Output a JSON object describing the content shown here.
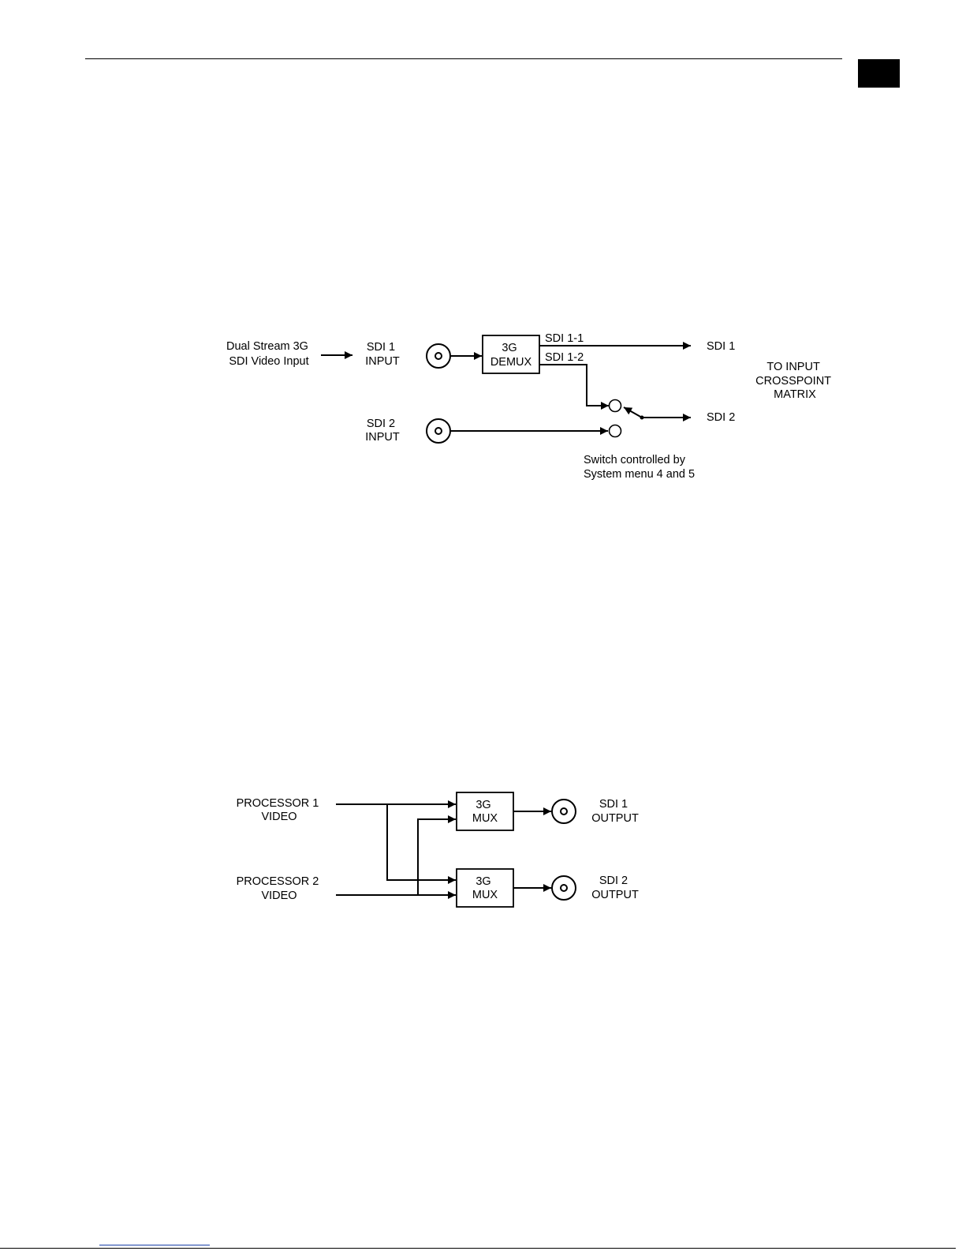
{
  "input_diagram": {
    "source_label": [
      "Dual Stream 3G",
      "SDI Video Input"
    ],
    "sdi1_input_label": [
      "SDI 1",
      "INPUT"
    ],
    "sdi2_input_label": [
      "SDI 2",
      "INPUT"
    ],
    "demux_label": [
      "3G",
      "DEMUX"
    ],
    "stream_1_label": "SDI 1-1",
    "stream_2_label": "SDI 1-2",
    "out_sdi1_label": "SDI 1",
    "out_sdi2_label": "SDI 2",
    "destination_label": [
      "TO INPUT",
      "CROSSPOINT",
      "MATRIX"
    ],
    "switch_note": [
      "Switch controlled by",
      "System menu 4 and 5"
    ]
  },
  "output_diagram": {
    "processor1_label": [
      "PROCESSOR 1",
      "VIDEO"
    ],
    "processor2_label": [
      "PROCESSOR 2",
      "VIDEO"
    ],
    "mux1_label": [
      "3G",
      "MUX"
    ],
    "mux2_label": [
      "3G",
      "MUX"
    ],
    "sdi1_output_label": [
      "SDI 1",
      "OUTPUT"
    ],
    "sdi2_output_label": [
      "SDI 2",
      "OUTPUT"
    ]
  }
}
